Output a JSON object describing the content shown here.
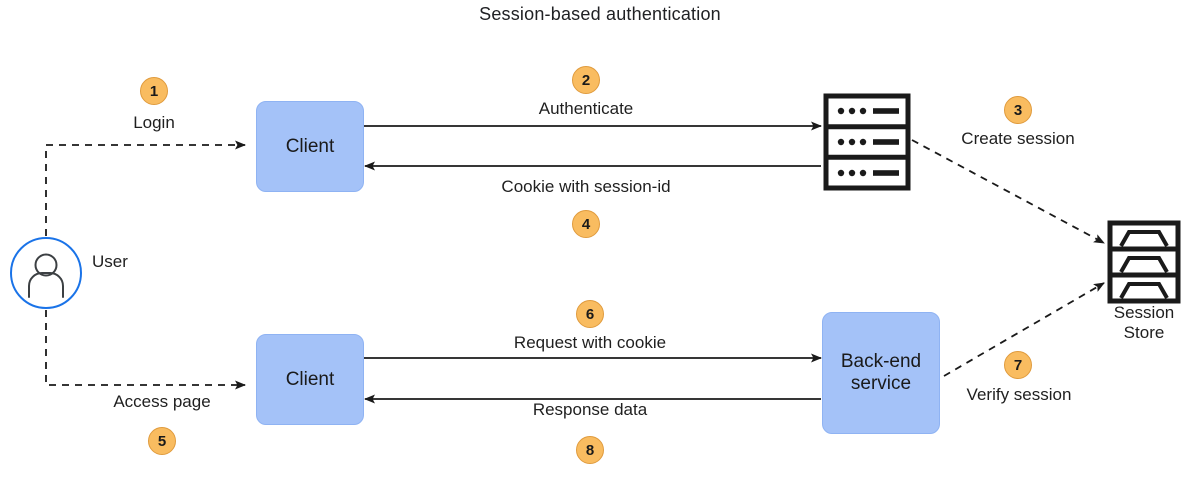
{
  "diagram": {
    "title": "Session-based authentication",
    "colors": {
      "node_fill": "#a4c2f8",
      "node_border": "#8fb3f3",
      "badge_fill": "#f9bc60",
      "badge_border": "#e09b3d",
      "actor_ring": "#1a73e8",
      "line": "#1a1a1a",
      "text": "#1f1f1f",
      "background": "#ffffff"
    },
    "actor": {
      "icon": "user-icon",
      "label": "User"
    },
    "nodes": [
      {
        "id": "client-top",
        "icon": "rounded-rect",
        "label": "Client"
      },
      {
        "id": "auth-server",
        "icon": "server-rack-icon",
        "label": ""
      },
      {
        "id": "session-store",
        "icon": "session-store-icon",
        "label_line1": "Session",
        "label_line2": "Store"
      },
      {
        "id": "client-bottom",
        "icon": "rounded-rect",
        "label": "Client"
      },
      {
        "id": "backend-service",
        "icon": "rounded-rect",
        "label_line1": "Back-end",
        "label_line2": "service"
      }
    ],
    "steps": [
      {
        "number": "1",
        "label": "Login",
        "from": "user",
        "to": "client-top",
        "style": "dashed"
      },
      {
        "number": "2",
        "label": "Authenticate",
        "from": "client-top",
        "to": "auth-server",
        "style": "solid"
      },
      {
        "number": "3",
        "label": "Create session",
        "from": "auth-server",
        "to": "session-store",
        "style": "dashed"
      },
      {
        "number": "4",
        "label": "Cookie with session-id",
        "from": "auth-server",
        "to": "client-top",
        "style": "solid"
      },
      {
        "number": "5",
        "label": "Access page",
        "from": "user",
        "to": "client-bottom",
        "style": "dashed"
      },
      {
        "number": "6",
        "label": "Request with cookie",
        "from": "client-bottom",
        "to": "backend-service",
        "style": "solid"
      },
      {
        "number": "7",
        "label": "Verify session",
        "from": "backend-service",
        "to": "session-store",
        "style": "dashed"
      },
      {
        "number": "8",
        "label": "Response data",
        "from": "backend-service",
        "to": "client-bottom",
        "style": "solid"
      }
    ]
  }
}
